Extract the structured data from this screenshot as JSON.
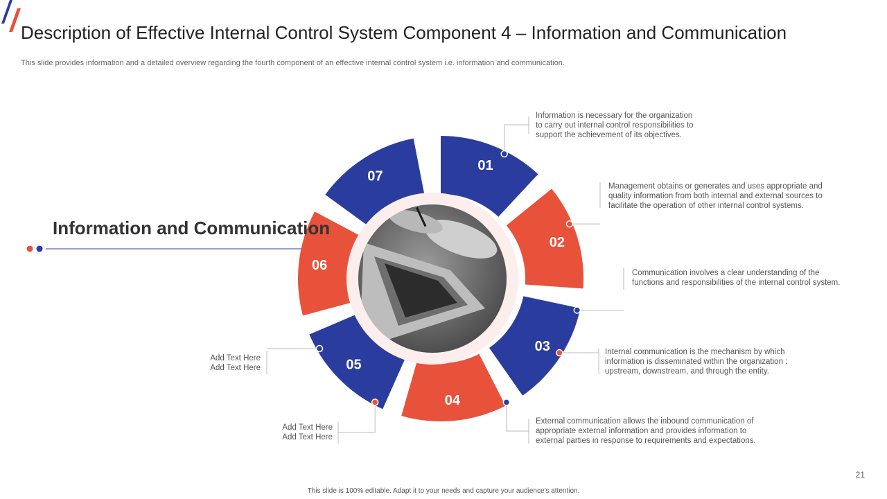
{
  "header": {
    "title": "Description of Effective Internal Control System Component  4 – Information and Communication",
    "subtitle": "This slide provides information and a detailed overview regarding the fourth component of an effective internal control system i.e. information and communication."
  },
  "main_heading": "Information and Communication",
  "colors": {
    "blue": "#2a3d9e",
    "red": "#e8513a",
    "ring": "#fbeeec"
  },
  "segments": [
    {
      "label": "01",
      "color": "blue",
      "text": [
        "Information is necessary for the organization",
        "to carry out internal control responsibilities to",
        "support the achievement of its objectives."
      ]
    },
    {
      "label": "02",
      "color": "red",
      "text": [
        "Management obtains or generates and uses appropriate and",
        "quality information from both internal and external sources to",
        "facilitate the operation of other internal control systems."
      ]
    },
    {
      "label": "03",
      "color": "blue",
      "text": [
        "Communication involves a clear understanding of the",
        "functions and responsibilities of the internal control system."
      ]
    },
    {
      "label": "04",
      "color": "red",
      "text": [
        "Internal communication is the mechanism by which",
        "information is disseminated within the organization :",
        "upstream, downstream, and through the entity."
      ]
    },
    {
      "label": "05",
      "color": "blue",
      "text": [
        "External communication allows the inbound communication of",
        "appropriate external information and provides information to",
        "external parties in response to requirements and expectations."
      ]
    },
    {
      "label": "06",
      "color": "red",
      "text": [
        "Add Text Here",
        "Add Text Here"
      ]
    },
    {
      "label": "07",
      "color": "blue",
      "text": [
        "Add Text Here",
        "Add Text Here"
      ]
    }
  ],
  "page_number": "21",
  "footer": "This slide is 100% editable.  Adapt it to your needs and capture your audience's attention."
}
